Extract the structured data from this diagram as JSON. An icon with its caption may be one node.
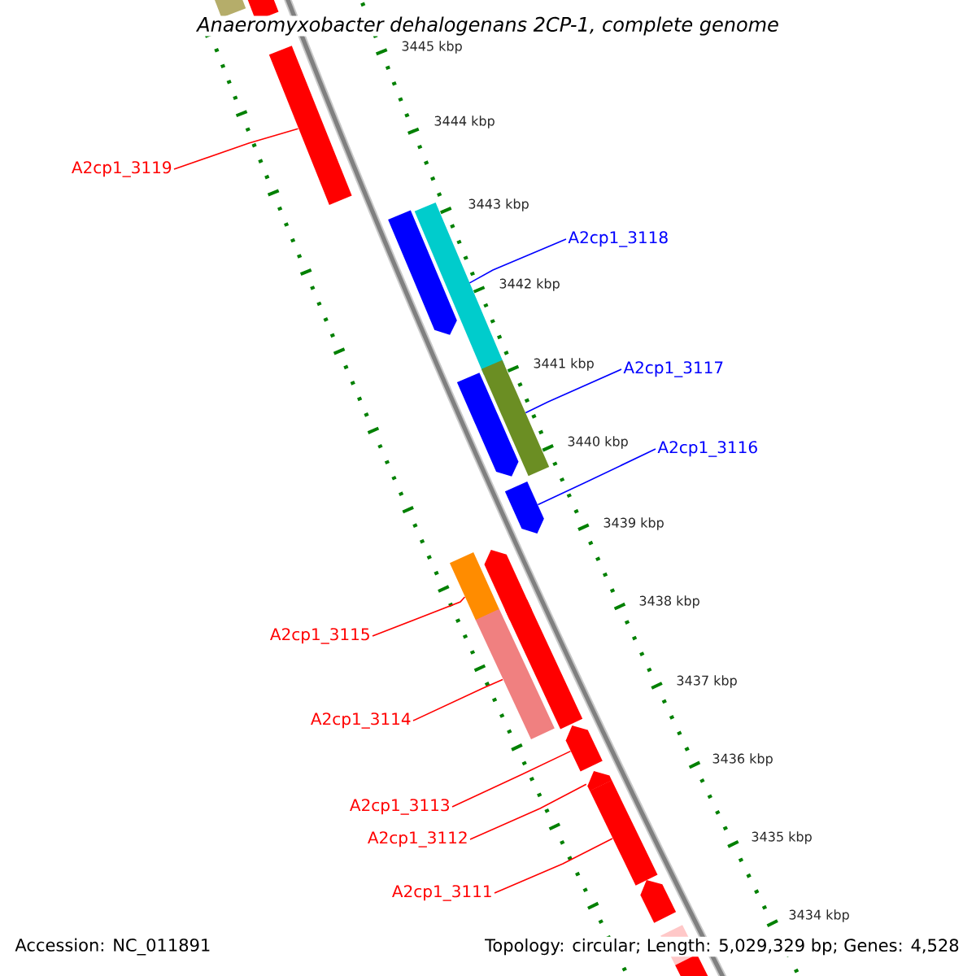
{
  "diagram": {
    "title": "Anaeromyxobacter dehalogenans 2CP-1, complete genome",
    "nodes": [
      {
        "text": [],
        "shape": "bar"
      },
      {
        "text": [],
        "shape": "bar"
      },
      {
        "text": [
          "A2cp1_3119"
        ]
      },
      {
        "text": [],
        "shape": "bar"
      },
      {
        "text": [],
        "shape": "pentagon"
      },
      {
        "text": [],
        "shape": "bar"
      },
      {
        "text": [
          "A2cp1_3118"
        ]
      },
      {
        "text": [],
        "shape": "pentagon"
      },
      {
        "text": [],
        "shape": "bar"
      },
      {
        "text": [
          "A2cp1_3117"
        ]
      },
      {
        "text": [],
        "shape": "pentagon"
      },
      {
        "text": [
          "A2cp1_3116"
        ]
      },
      {
        "text": [],
        "shape": "pentagon"
      },
      {
        "text": [],
        "shape": "bar"
      },
      {
        "text": [
          "A2cp1_3115"
        ]
      },
      {
        "text": [],
        "shape": "bar"
      },
      {
        "text": [],
        "shape": "bar"
      },
      {
        "text": [
          "A2cp1_3114"
        ]
      },
      {
        "text": [],
        "shape": "pentagon"
      },
      {
        "text": [
          "A2cp1_3113"
        ]
      },
      {
        "text": [],
        "shape": "pentagon"
      },
      {
        "text": [
          "A2cp1_3112"
        ]
      },
      {
        "text": [],
        "shape": "bar"
      },
      {
        "text": [
          "A2cp1_3111"
        ]
      },
      {
        "text": [],
        "shape": "pentagon"
      },
      {
        "text": [],
        "shape": "bar"
      },
      {
        "text": [],
        "shape": "bar"
      }
    ],
    "edges": [
      {
        "from": 2,
        "to": 3,
        "arrow": "none"
      },
      {
        "from": 6,
        "to": 5,
        "arrow": "none",
        "color": "#0000ff"
      },
      {
        "from": 9,
        "to": 8,
        "arrow": "none",
        "color": "#0000ff"
      },
      {
        "from": 11,
        "to": 10,
        "arrow": "none",
        "color": "#0000ff"
      },
      {
        "from": 14,
        "to": 13,
        "arrow": "none"
      },
      {
        "from": 17,
        "to": 16,
        "arrow": "none"
      },
      {
        "from": 19,
        "to": 18,
        "arrow": "none"
      },
      {
        "from": 21,
        "to": 20,
        "arrow": "none"
      },
      {
        "from": 23,
        "to": 22,
        "arrow": "none"
      }
    ],
    "labels": [
      "3445 kbp",
      "3444 kbp",
      "3443 kbp",
      "3442 kbp",
      "3441 kbp",
      "3440 kbp",
      "3439 kbp",
      "3438 kbp",
      "3437 kbp",
      "3436 kbp",
      "3435 kbp",
      "3434 kbp",
      "Accession: NC_011891",
      "Topology: circular; Length: 5,029,329 bp; Genes: 4,528"
    ]
  }
}
